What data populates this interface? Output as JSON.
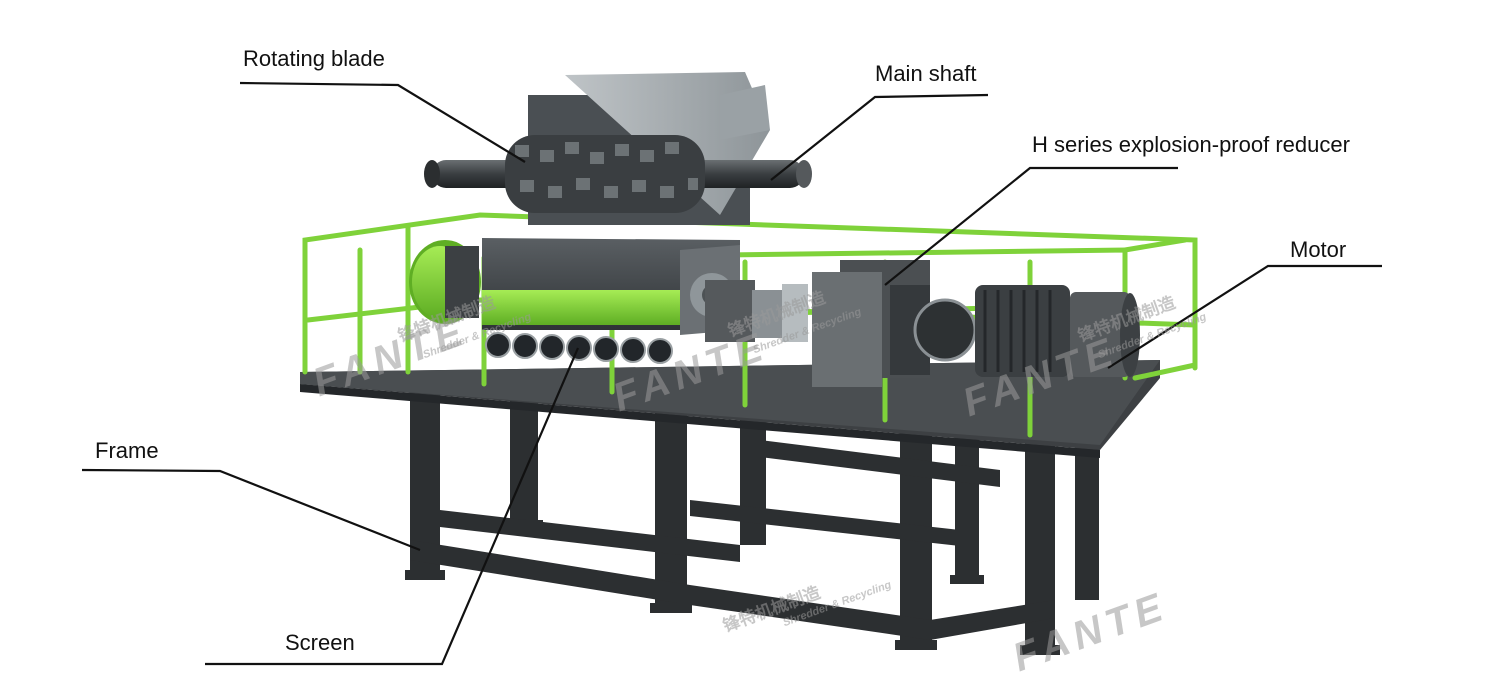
{
  "callouts": {
    "rotating_blade": "Rotating blade",
    "main_shaft": "Main shaft",
    "reducer": "H series explosion-proof reducer",
    "motor": "Motor",
    "frame": "Frame",
    "screen": "Screen"
  },
  "watermark": {
    "brand": "FANTE",
    "tagline": "Shredder & Recycling",
    "chinese": "锋特机械制造"
  },
  "colors": {
    "accent_green": "#7fd23a",
    "steel_dark": "#3b3f42",
    "frame_black": "#2a2c2e",
    "leader_line": "#111111"
  }
}
